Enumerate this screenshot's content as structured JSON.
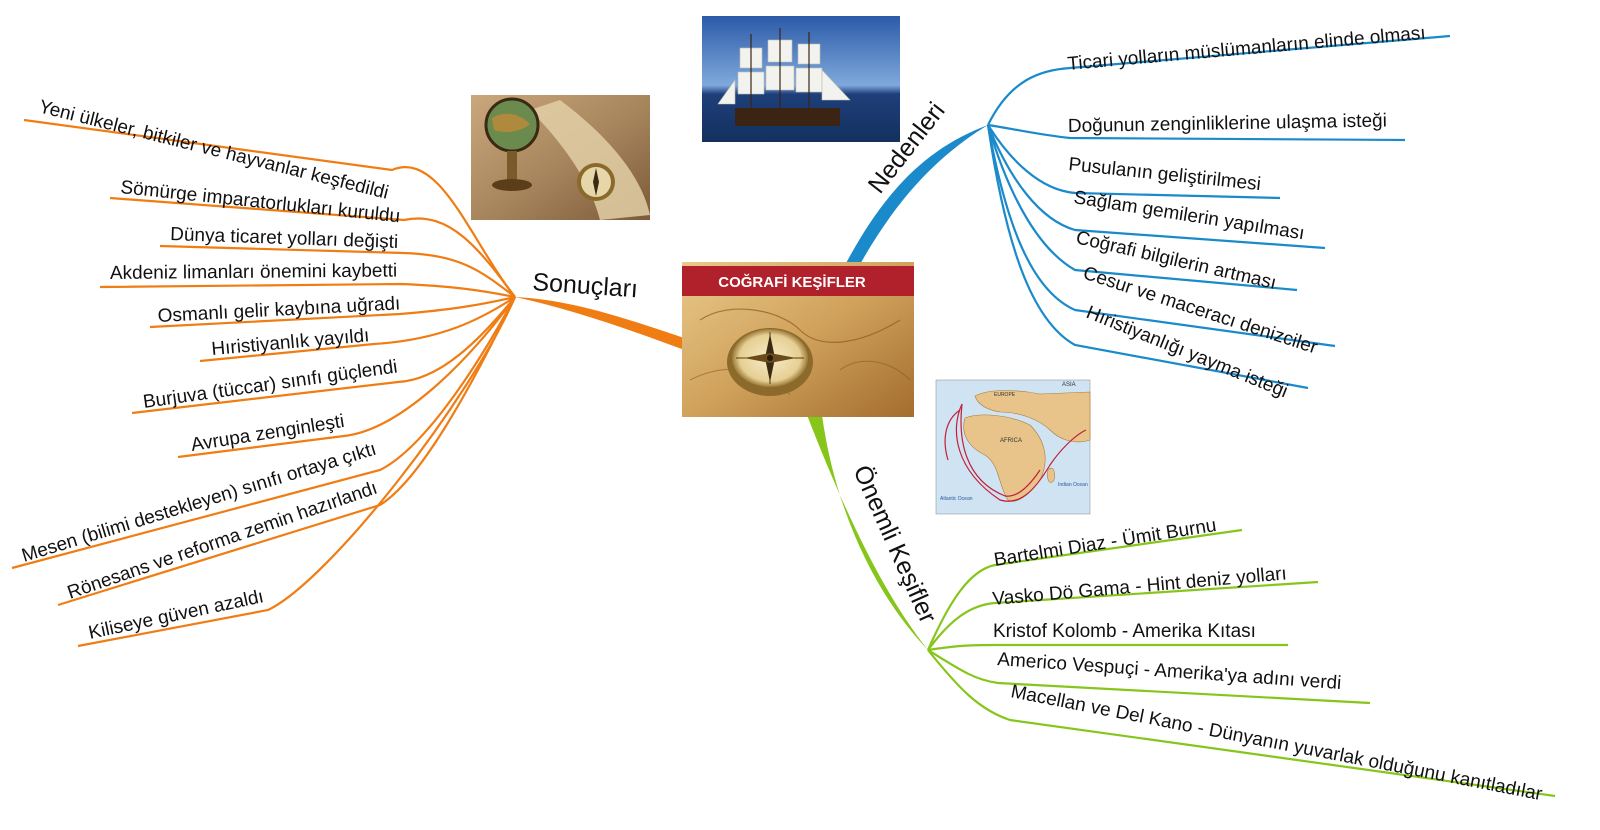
{
  "center": {
    "title": "COĞRAFİ KEŞİFLER"
  },
  "colors": {
    "orange": "#f07d14",
    "blue": "#1a8acb",
    "green": "#86c61a",
    "banner": "#b0212b"
  },
  "branches": {
    "nedenleri": {
      "label": "Nedenleri",
      "items": [
        "Ticari yolların müslümanların elinde olması",
        "Doğunun zenginliklerine ulaşma isteği",
        "Pusulanın geliştirilmesi",
        "Sağlam gemilerin yapılması",
        "Coğrafi bilgilerin artması",
        "Cesur ve maceracı denizciler",
        "Hıristiyanlığı yayma isteği"
      ]
    },
    "sonuclari": {
      "label": "Sonuçları",
      "items": [
        "Yeni ülkeler, bitkiler ve hayvanlar keşfedildi",
        "Sömürge imparatorlukları kuruldu",
        "Dünya ticaret yolları değişti",
        "Akdeniz limanları önemini kaybetti",
        "Osmanlı gelir kaybına uğradı",
        "Hıristiyanlık yayıldı",
        "Burjuva (tüccar) sınıfı güçlendi",
        "Avrupa zenginleşti",
        "Mesen (bilimi destekleyen) sınıfı ortaya çıktı",
        "Rönesans ve reforma zemin hazırlandı",
        "Kiliseye güven azaldı"
      ]
    },
    "kesifler": {
      "label": "Önemli Keşifler",
      "items": [
        "Bartelmi Diaz - Ümit Burnu",
        "Vasko Dö Gama - Hint deniz yolları",
        "Kristof Kolomb - Amerika Kıtası",
        "Americo Vespuçi - Amerika'ya adını verdi",
        "Macellan ve Del Kano - Dünyanın yuvarlak olduğunu kanıtladılar"
      ]
    }
  },
  "map_labels": {
    "asia": "ASIA",
    "europe": "EUROPE",
    "africa": "AFRICA",
    "atlantic": "Atlantic Ocean",
    "indian": "Indian Ocean"
  }
}
